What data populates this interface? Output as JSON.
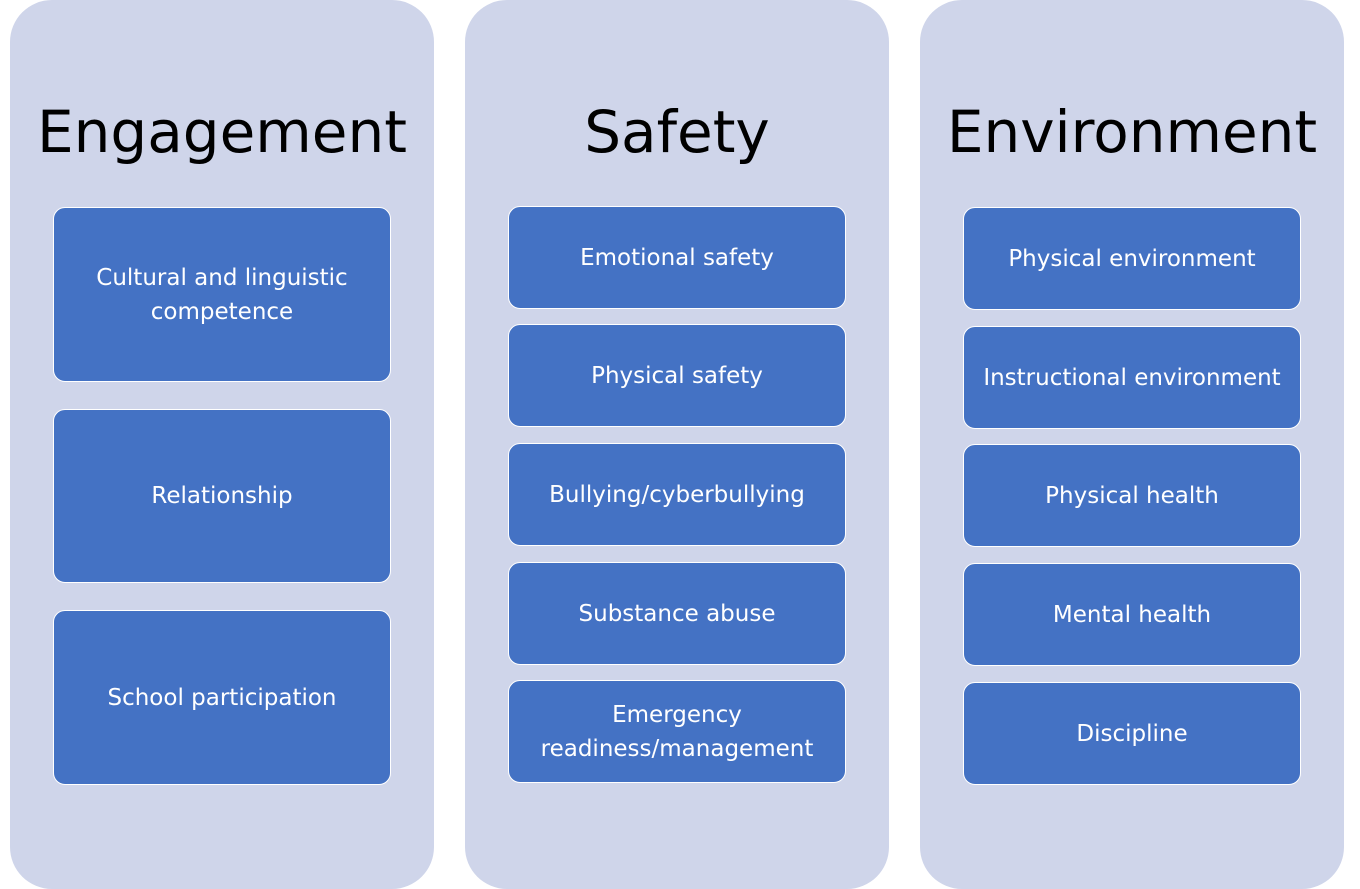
{
  "columns": [
    {
      "title": "Engagement",
      "items": [
        "Cultural and linguistic competence",
        "Relationship",
        "School participation"
      ]
    },
    {
      "title": "Safety",
      "items": [
        "Emotional safety",
        "Physical safety",
        "Bullying/cyberbullying",
        "Substance abuse",
        "Emergency readiness/management"
      ]
    },
    {
      "title": "Environment",
      "items": [
        "Physical environment",
        "Instructional environment",
        "Physical health",
        "Mental health",
        "Discipline"
      ]
    }
  ],
  "colors": {
    "column_background": "#cfd5ea",
    "item_background": "#4472c4",
    "item_border": "#ffffff",
    "item_text": "#ffffff",
    "title_text": "#000000"
  }
}
